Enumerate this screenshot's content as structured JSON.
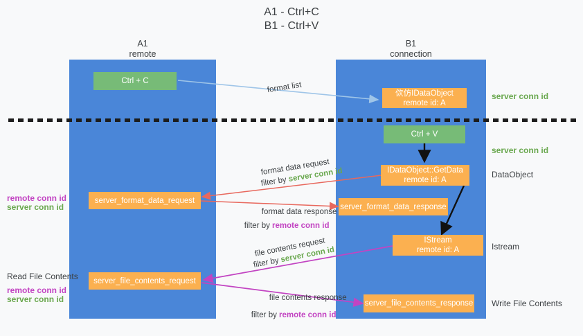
{
  "title": "A1 - Ctrl+C\nB1 - Ctrl+V",
  "columns": {
    "a1": {
      "name": "A1",
      "role": "remote",
      "label": "A1\nremote"
    },
    "b1": {
      "name": "B1",
      "role": "connection",
      "label": "B1\nconnection"
    }
  },
  "colors": {
    "lane": "#4a86d8",
    "green_box": "#77bb77",
    "orange_box": "#fbb050",
    "server_conn_id": "#6aa84f",
    "remote_conn_id": "#c244c2",
    "arrow_light_blue": "#9fc5e8",
    "arrow_red": "#e8685d",
    "arrow_black": "#000000",
    "arrow_magenta": "#c244c2",
    "background": "#f8f9fa"
  },
  "boxes": {
    "ctrl_c": {
      "line1": "Ctrl + C",
      "line2": "",
      "type": "green"
    },
    "ctrl_v": {
      "line1": "Ctrl + V",
      "line2": "",
      "type": "green"
    },
    "idataobject": {
      "line1": "佽仿IDataObject",
      "line2": "remote id: A",
      "type": "orange"
    },
    "idataobject_getdata": {
      "line1": "IDataObject::GetData",
      "line2": "remote id: A",
      "type": "orange"
    },
    "istream": {
      "line1": "IStream",
      "line2": "remote id: A",
      "type": "orange"
    },
    "server_format_data_request": {
      "line1": "server_format_data_request",
      "line2": "",
      "type": "orange"
    },
    "server_format_data_response": {
      "line1": "server_format_data_response",
      "line2": "",
      "type": "orange"
    },
    "server_file_contents_request": {
      "line1": "server_file_contents_request",
      "line2": "",
      "type": "orange"
    },
    "server_file_contents_response": {
      "line1": "server_file_contents_response",
      "line2": "",
      "type": "orange"
    }
  },
  "right_labels": {
    "server_conn_id_top": "server conn id",
    "server_conn_id_mid": "server conn id",
    "dataobject": "DataObject",
    "istream": "Istream",
    "write_file_contents": "Write File Contents"
  },
  "left_labels": {
    "remote_conn_id_1": "remote conn id",
    "server_conn_id_1": "server conn id",
    "read_file_contents": "Read File Contents",
    "remote_conn_id_2": "remote conn id",
    "server_conn_id_2": "server conn id"
  },
  "edges": {
    "format_list": "format list",
    "format_data_request": "format data request",
    "format_data_request_filter_prefix": "filter by ",
    "format_data_request_filter_value": "server conn id",
    "format_data_response": "format data response",
    "format_data_response_filter_prefix": "filter by ",
    "format_data_response_filter_value": "remote conn id",
    "file_contents_request": "file contents request",
    "file_contents_request_filter_prefix": "filter by ",
    "file_contents_request_filter_value": "server conn id",
    "file_contents_response": "file contents response",
    "file_contents_response_filter_prefix": "filter by ",
    "file_contents_response_filter_value": "remote conn id"
  }
}
